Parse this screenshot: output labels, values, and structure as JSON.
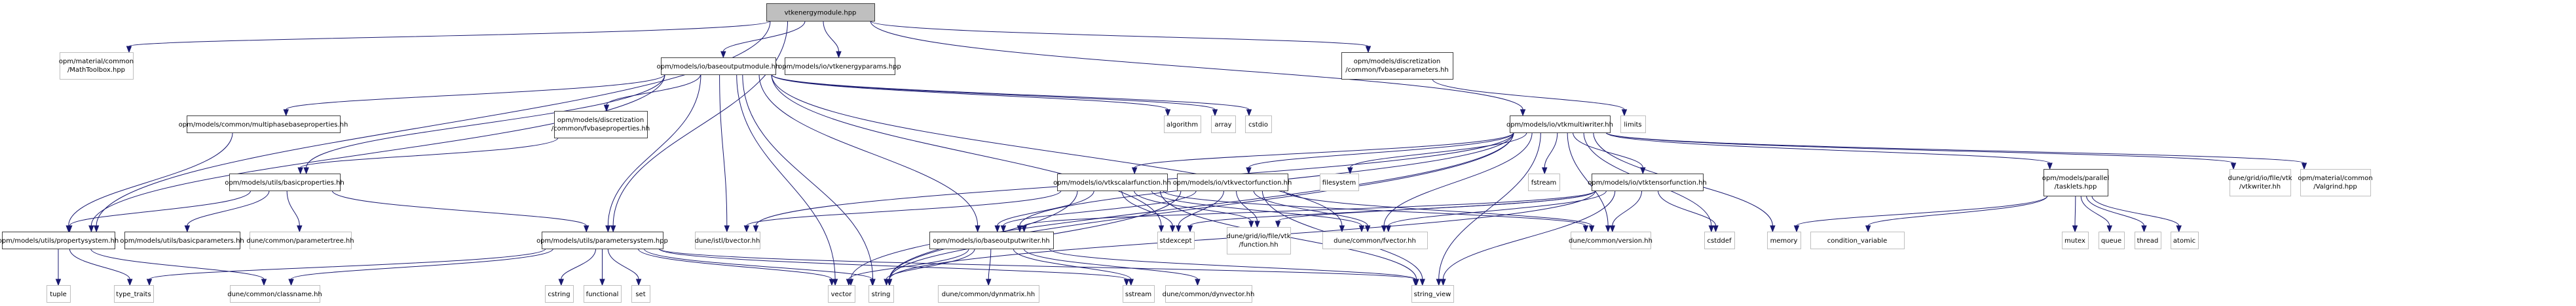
{
  "graph": {
    "title": "vtkenergymodule.hpp",
    "type": "include-dependency-graph",
    "colors": {
      "edge": "#191970",
      "root_fill": "#bfbfbf",
      "local_border": "#404040",
      "external_border": "#bfbfbf"
    },
    "nodes": [
      {
        "id": "root",
        "lines": [
          "vtkenergymodule.hpp"
        ],
        "kind": "root"
      },
      {
        "id": "mathtoolbox",
        "lines": [
          "opm/material/common",
          "/MathToolbox.hpp"
        ],
        "kind": "external"
      },
      {
        "id": "baseoutputmodule",
        "lines": [
          "opm/models/io/baseoutputmodule.hh"
        ],
        "kind": "local"
      },
      {
        "id": "vtkenergyparams",
        "lines": [
          "opm/models/io/vtkenergyparams.hpp"
        ],
        "kind": "local"
      },
      {
        "id": "fvbaseparameters",
        "lines": [
          "opm/models/discretization",
          "/common/fvbaseparameters.hh"
        ],
        "kind": "local"
      },
      {
        "id": "multiphasebaseproperties",
        "lines": [
          "opm/models/common/multiphasebaseproperties.hh"
        ],
        "kind": "local"
      },
      {
        "id": "fvbaseproperties",
        "lines": [
          "opm/models/discretization",
          "/common/fvbaseproperties.hh"
        ],
        "kind": "local"
      },
      {
        "id": "algorithm",
        "lines": [
          "algorithm"
        ],
        "kind": "external"
      },
      {
        "id": "array",
        "lines": [
          "array"
        ],
        "kind": "external"
      },
      {
        "id": "cstdio",
        "lines": [
          "cstdio"
        ],
        "kind": "external"
      },
      {
        "id": "vtkmultiwriter",
        "lines": [
          "opm/models/io/vtkmultiwriter.hh"
        ],
        "kind": "local"
      },
      {
        "id": "limits",
        "lines": [
          "limits"
        ],
        "kind": "external"
      },
      {
        "id": "basicproperties",
        "lines": [
          "opm/models/utils/basicproperties.hh"
        ],
        "kind": "local"
      },
      {
        "id": "vtkscalarfunction",
        "lines": [
          "opm/models/io/vtkscalarfunction.hh"
        ],
        "kind": "local"
      },
      {
        "id": "vtkvectorfunction",
        "lines": [
          "opm/models/io/vtkvectorfunction.hh"
        ],
        "kind": "local"
      },
      {
        "id": "filesystem",
        "lines": [
          "filesystem"
        ],
        "kind": "external"
      },
      {
        "id": "fstream",
        "lines": [
          "fstream"
        ],
        "kind": "external"
      },
      {
        "id": "vtktensorfunction",
        "lines": [
          "opm/models/io/vtktensorfunction.hh"
        ],
        "kind": "local"
      },
      {
        "id": "tasklets",
        "lines": [
          "opm/models/parallel",
          "/tasklets.hpp"
        ],
        "kind": "local"
      },
      {
        "id": "vtkwriter",
        "lines": [
          "dune/grid/io/file/vtk",
          "/vtkwriter.hh"
        ],
        "kind": "external"
      },
      {
        "id": "valgrind",
        "lines": [
          "opm/material/common",
          "/Valgrind.hpp"
        ],
        "kind": "external"
      },
      {
        "id": "propertysystem",
        "lines": [
          "opm/models/utils/propertysystem.hh"
        ],
        "kind": "local"
      },
      {
        "id": "basicparameters",
        "lines": [
          "opm/models/utils/basicparameters.hh"
        ],
        "kind": "local"
      },
      {
        "id": "parametertree",
        "lines": [
          "dune/common/parametertree.hh"
        ],
        "kind": "external"
      },
      {
        "id": "parametersystem",
        "lines": [
          "opm/models/utils/parametersystem.hpp"
        ],
        "kind": "local"
      },
      {
        "id": "bvector",
        "lines": [
          "dune/istl/bvector.hh"
        ],
        "kind": "external"
      },
      {
        "id": "baseoutputwriter",
        "lines": [
          "opm/models/io/baseoutputwriter.hh"
        ],
        "kind": "local"
      },
      {
        "id": "stdexcept",
        "lines": [
          "stdexcept"
        ],
        "kind": "external"
      },
      {
        "id": "function",
        "lines": [
          "dune/grid/io/file/vtk",
          "/function.hh"
        ],
        "kind": "external"
      },
      {
        "id": "fvector",
        "lines": [
          "dune/common/fvector.hh"
        ],
        "kind": "external"
      },
      {
        "id": "version",
        "lines": [
          "dune/common/version.hh"
        ],
        "kind": "external"
      },
      {
        "id": "cstddef",
        "lines": [
          "cstddef"
        ],
        "kind": "external"
      },
      {
        "id": "memory",
        "lines": [
          "memory"
        ],
        "kind": "external"
      },
      {
        "id": "condition_variable",
        "lines": [
          "condition_variable"
        ],
        "kind": "external"
      },
      {
        "id": "mutex",
        "lines": [
          "mutex"
        ],
        "kind": "external"
      },
      {
        "id": "queue",
        "lines": [
          "queue"
        ],
        "kind": "external"
      },
      {
        "id": "thread",
        "lines": [
          "thread"
        ],
        "kind": "external"
      },
      {
        "id": "atomic",
        "lines": [
          "atomic"
        ],
        "kind": "external"
      },
      {
        "id": "tuple",
        "lines": [
          "tuple"
        ],
        "kind": "external"
      },
      {
        "id": "type_traits",
        "lines": [
          "type_traits"
        ],
        "kind": "external"
      },
      {
        "id": "classname",
        "lines": [
          "dune/common/classname.hh"
        ],
        "kind": "external"
      },
      {
        "id": "cstring",
        "lines": [
          "cstring"
        ],
        "kind": "external"
      },
      {
        "id": "functional",
        "lines": [
          "functional"
        ],
        "kind": "external"
      },
      {
        "id": "set",
        "lines": [
          "set"
        ],
        "kind": "external"
      },
      {
        "id": "vector",
        "lines": [
          "vector"
        ],
        "kind": "external"
      },
      {
        "id": "string",
        "lines": [
          "string"
        ],
        "kind": "external"
      },
      {
        "id": "dynmatrix",
        "lines": [
          "dune/common/dynmatrix.hh"
        ],
        "kind": "external"
      },
      {
        "id": "sstream",
        "lines": [
          "sstream"
        ],
        "kind": "external"
      },
      {
        "id": "dynvector",
        "lines": [
          "dune/common/dynvector.hh"
        ],
        "kind": "external"
      },
      {
        "id": "string_view",
        "lines": [
          "string_view"
        ],
        "kind": "external"
      }
    ],
    "edges": [
      [
        "root",
        "mathtoolbox"
      ],
      [
        "root",
        "baseoutputmodule"
      ],
      [
        "root",
        "vtkenergyparams"
      ],
      [
        "root",
        "fvbaseparameters"
      ],
      [
        "root",
        "vtkmultiwriter"
      ],
      [
        "root",
        "propertysystem"
      ],
      [
        "root",
        "parametersystem"
      ],
      [
        "baseoutputmodule",
        "multiphasebaseproperties"
      ],
      [
        "baseoutputmodule",
        "fvbaseproperties"
      ],
      [
        "baseoutputmodule",
        "algorithm"
      ],
      [
        "baseoutputmodule",
        "array"
      ],
      [
        "baseoutputmodule",
        "cstdio"
      ],
      [
        "baseoutputmodule",
        "basicproperties"
      ],
      [
        "baseoutputmodule",
        "propertysystem"
      ],
      [
        "baseoutputmodule",
        "parametersystem"
      ],
      [
        "baseoutputmodule",
        "bvector"
      ],
      [
        "baseoutputmodule",
        "baseoutputwriter"
      ],
      [
        "baseoutputmodule",
        "stdexcept"
      ],
      [
        "baseoutputmodule",
        "fvector"
      ],
      [
        "baseoutputmodule",
        "string"
      ],
      [
        "baseoutputmodule",
        "vector"
      ],
      [
        "fvbaseparameters",
        "limits"
      ],
      [
        "multiphasebaseproperties",
        "propertysystem"
      ],
      [
        "fvbaseproperties",
        "basicproperties"
      ],
      [
        "basicproperties",
        "propertysystem"
      ],
      [
        "basicproperties",
        "basicparameters"
      ],
      [
        "basicproperties",
        "parametertree"
      ],
      [
        "basicproperties",
        "parametersystem"
      ],
      [
        "propertysystem",
        "tuple"
      ],
      [
        "propertysystem",
        "type_traits"
      ],
      [
        "propertysystem",
        "classname"
      ],
      [
        "parametersystem",
        "classname"
      ],
      [
        "parametersystem",
        "type_traits"
      ],
      [
        "parametersystem",
        "cstring"
      ],
      [
        "parametersystem",
        "functional"
      ],
      [
        "parametersystem",
        "set"
      ],
      [
        "parametersystem",
        "vector"
      ],
      [
        "parametersystem",
        "string"
      ],
      [
        "parametersystem",
        "sstream"
      ],
      [
        "parametersystem",
        "string_view"
      ],
      [
        "vtkmultiwriter",
        "vtkscalarfunction"
      ],
      [
        "vtkmultiwriter",
        "vtkvectorfunction"
      ],
      [
        "vtkmultiwriter",
        "filesystem"
      ],
      [
        "vtkmultiwriter",
        "fstream"
      ],
      [
        "vtkmultiwriter",
        "vtktensorfunction"
      ],
      [
        "vtkmultiwriter",
        "tasklets"
      ],
      [
        "vtkmultiwriter",
        "vtkwriter"
      ],
      [
        "vtkmultiwriter",
        "valgrind"
      ],
      [
        "vtkmultiwriter",
        "baseoutputwriter"
      ],
      [
        "vtkmultiwriter",
        "bvector"
      ],
      [
        "vtkmultiwriter",
        "fvector"
      ],
      [
        "vtkmultiwriter",
        "version"
      ],
      [
        "vtkmultiwriter",
        "cstddef"
      ],
      [
        "vtkmultiwriter",
        "memory"
      ],
      [
        "vtkmultiwriter",
        "string"
      ],
      [
        "vtkmultiwriter",
        "vector"
      ],
      [
        "vtkmultiwriter",
        "string_view"
      ],
      [
        "vtkscalarfunction",
        "baseoutputwriter"
      ],
      [
        "vtkscalarfunction",
        "stdexcept"
      ],
      [
        "vtkscalarfunction",
        "function"
      ],
      [
        "vtkscalarfunction",
        "fvector"
      ],
      [
        "vtkscalarfunction",
        "version"
      ],
      [
        "vtkscalarfunction",
        "bvector"
      ],
      [
        "vtkscalarfunction",
        "string"
      ],
      [
        "vtkscalarfunction",
        "string_view"
      ],
      [
        "vtkvectorfunction",
        "baseoutputwriter"
      ],
      [
        "vtkvectorfunction",
        "stdexcept"
      ],
      [
        "vtkvectorfunction",
        "function"
      ],
      [
        "vtkvectorfunction",
        "fvector"
      ],
      [
        "vtkvectorfunction",
        "version"
      ],
      [
        "vtkvectorfunction",
        "string"
      ],
      [
        "vtkvectorfunction",
        "string_view"
      ],
      [
        "vtktensorfunction",
        "baseoutputwriter"
      ],
      [
        "vtktensorfunction",
        "stdexcept"
      ],
      [
        "vtktensorfunction",
        "function"
      ],
      [
        "vtktensorfunction",
        "fvector"
      ],
      [
        "vtktensorfunction",
        "version"
      ],
      [
        "vtktensorfunction",
        "cstddef"
      ],
      [
        "vtktensorfunction",
        "string"
      ],
      [
        "vtktensorfunction",
        "string_view"
      ],
      [
        "tasklets",
        "memory"
      ],
      [
        "tasklets",
        "condition_variable"
      ],
      [
        "tasklets",
        "mutex"
      ],
      [
        "tasklets",
        "queue"
      ],
      [
        "tasklets",
        "thread"
      ],
      [
        "tasklets",
        "atomic"
      ],
      [
        "baseoutputwriter",
        "dynmatrix"
      ],
      [
        "baseoutputwriter",
        "dynvector"
      ],
      [
        "baseoutputwriter",
        "string"
      ],
      [
        "baseoutputwriter",
        "vector"
      ],
      [
        "baseoutputwriter",
        "sstream"
      ],
      [
        "baseoutputwriter",
        "string_view"
      ]
    ]
  }
}
